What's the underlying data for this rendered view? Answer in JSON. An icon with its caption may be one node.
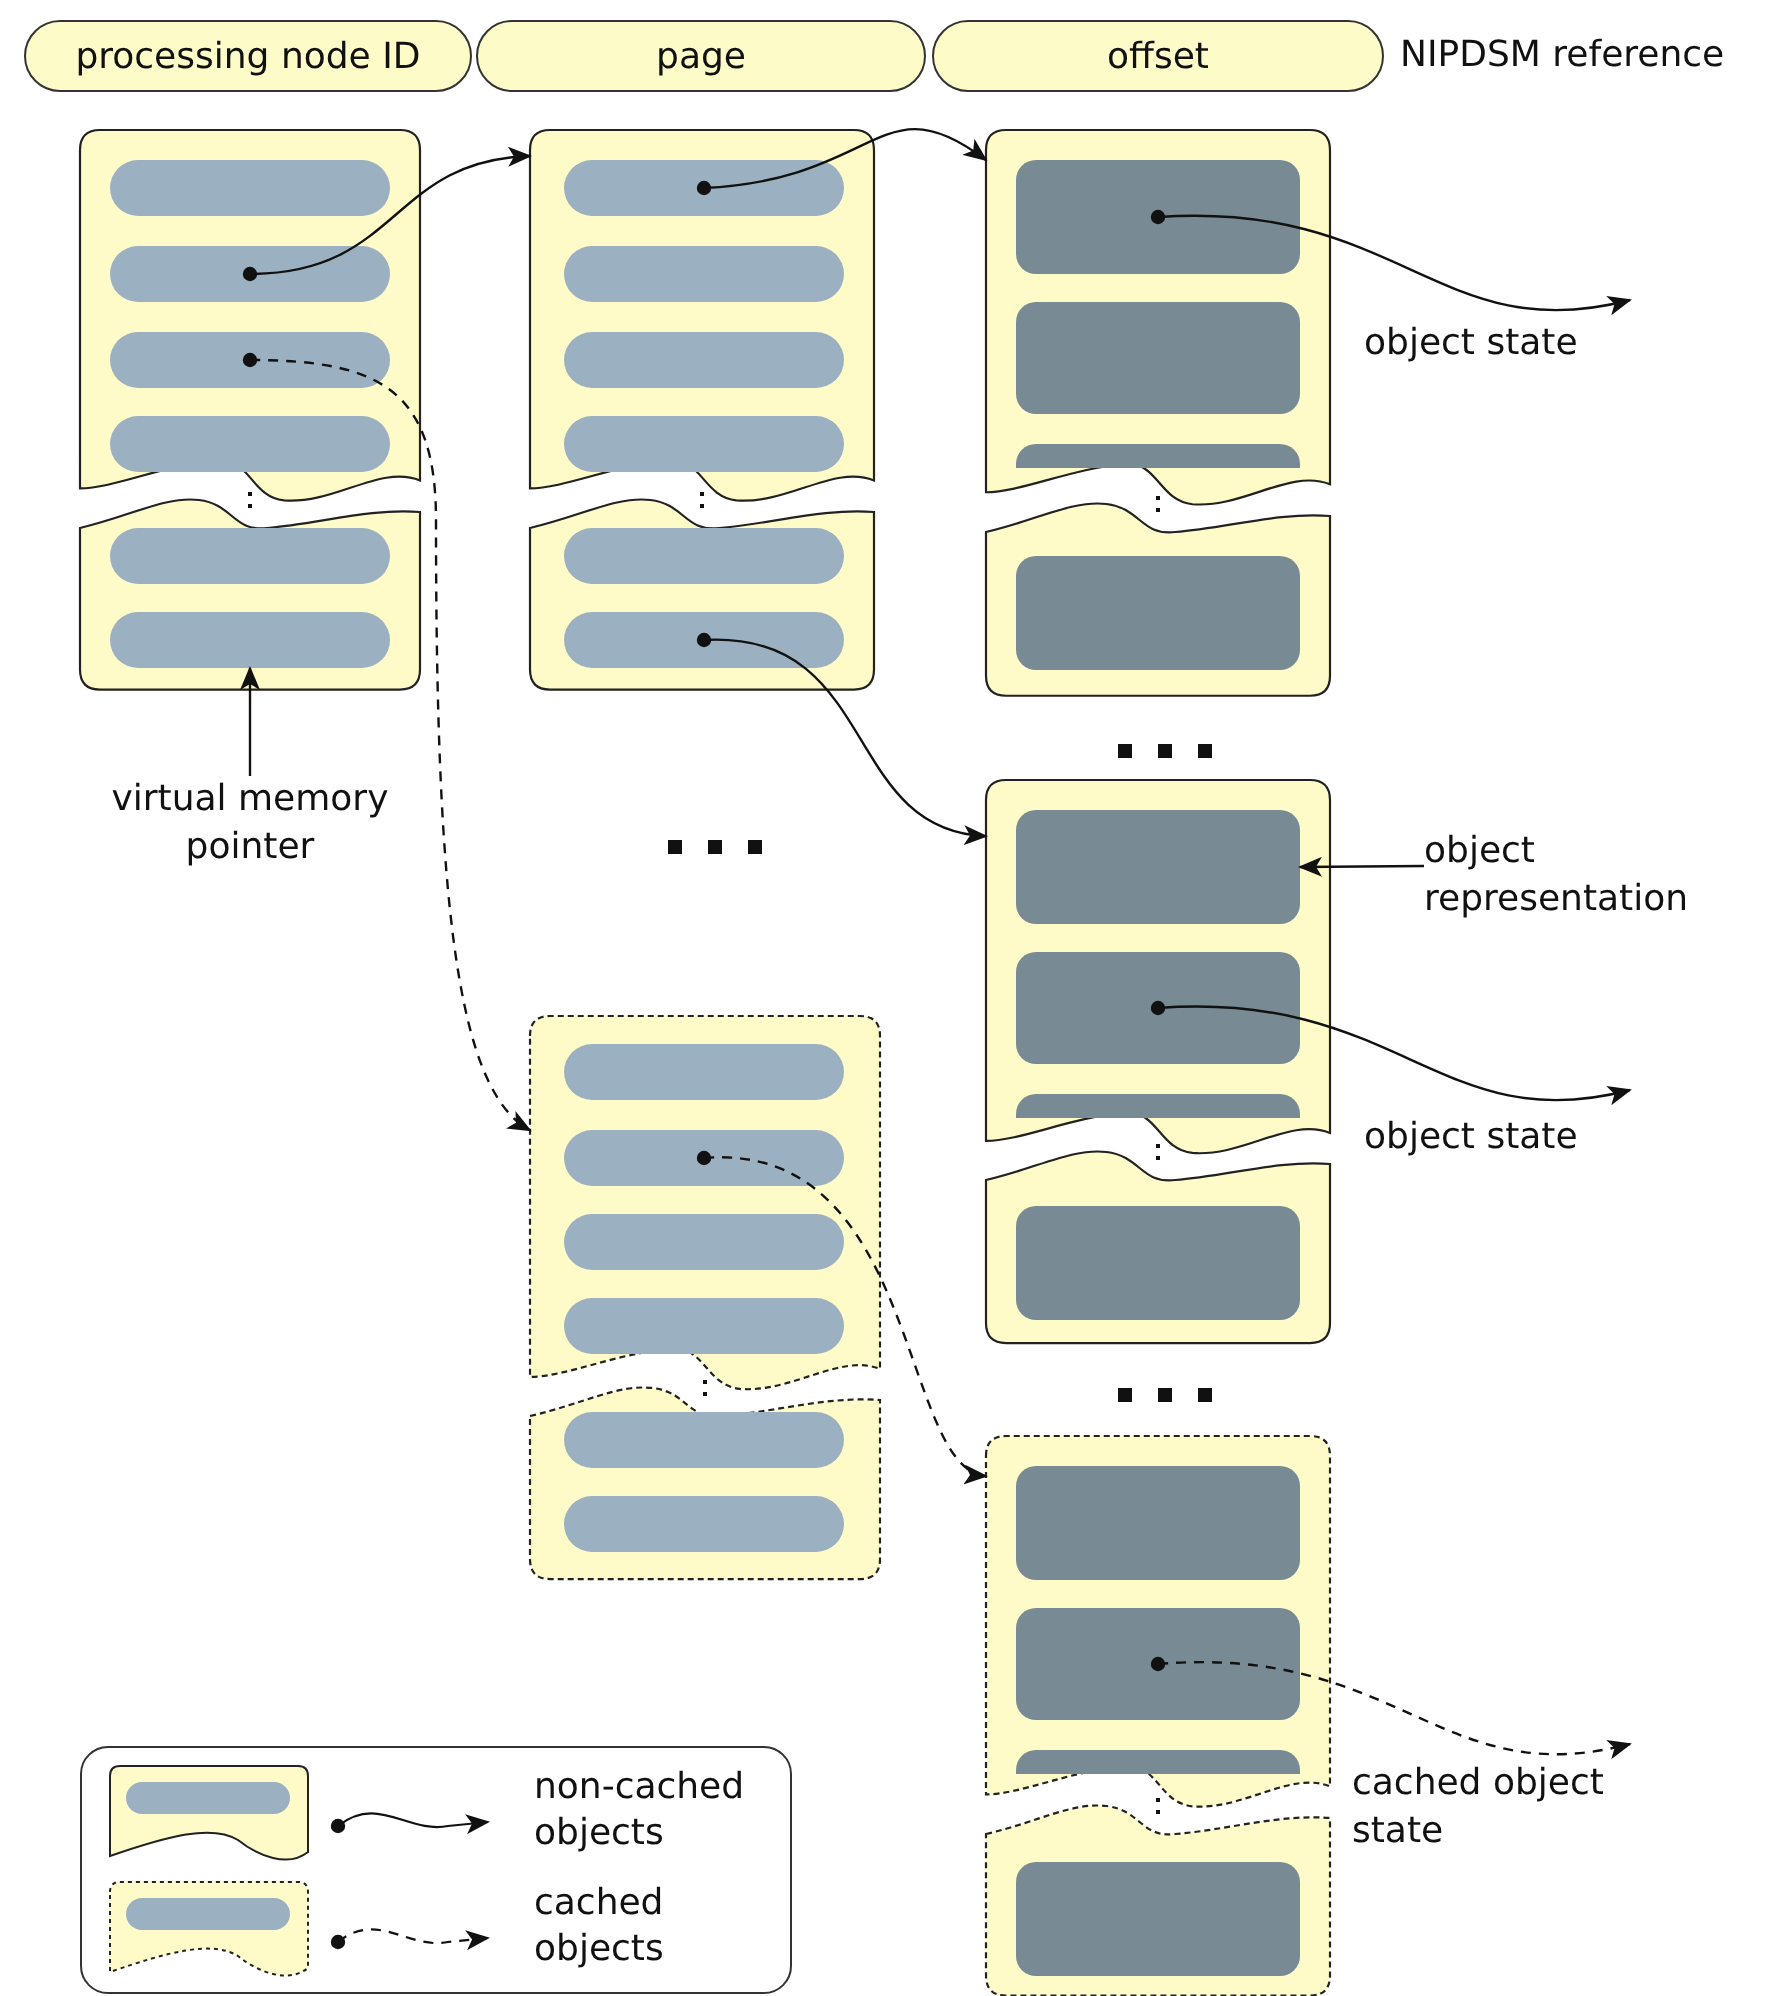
{
  "diagram": {
    "nodes": [
      {
        "text": [
          "processing node ID"
        ]
      },
      {
        "text": [
          "page"
        ]
      },
      {
        "text": [
          "offset"
        ]
      },
      {
        "text": [],
        "shape": "box"
      },
      {
        "text": [],
        "shape": "bar",
        "in": 3
      },
      {
        "text": [],
        "shape": "bar",
        "in": 3
      },
      {
        "text": [],
        "shape": "bar",
        "in": 3
      },
      {
        "text": [],
        "shape": "bar",
        "in": 3
      },
      {
        "text": [],
        "shape": "box"
      },
      {
        "text": [],
        "shape": "bar",
        "in": 8
      },
      {
        "text": [],
        "shape": "bar",
        "in": 8
      },
      {
        "text": [],
        "shape": "box"
      },
      {
        "text": [],
        "shape": "bar",
        "in": 11
      },
      {
        "text": [],
        "shape": "bar",
        "in": 11
      },
      {
        "text": [],
        "shape": "bar",
        "in": 11
      },
      {
        "text": [],
        "shape": "bar",
        "in": 11
      },
      {
        "text": [],
        "shape": "box"
      },
      {
        "text": [],
        "shape": "bar",
        "in": 16
      },
      {
        "text": [],
        "shape": "bar",
        "in": 16
      },
      {
        "text": [],
        "shape": "box"
      },
      {
        "text": [],
        "shape": "bar",
        "in": 19
      },
      {
        "text": [],
        "shape": "bar",
        "in": 19
      },
      {
        "text": [],
        "shape": "bar",
        "in": 19
      },
      {
        "text": [],
        "shape": "box"
      },
      {
        "text": [],
        "shape": "bar",
        "in": 23
      },
      {
        "text": [],
        "shape": "box"
      },
      {
        "text": [],
        "shape": "bar",
        "in": 25
      },
      {
        "text": [],
        "shape": "bar",
        "in": 25
      },
      {
        "text": [],
        "shape": "bar",
        "in": 25
      },
      {
        "text": [],
        "shape": "bar",
        "in": 25
      },
      {
        "text": [],
        "shape": "box"
      },
      {
        "text": [],
        "shape": "bar",
        "in": 30
      },
      {
        "text": [],
        "shape": "bar",
        "in": 30
      },
      {
        "text": [],
        "shape": "box"
      },
      {
        "text": [],
        "shape": "bar",
        "in": 33
      },
      {
        "text": [],
        "shape": "bar",
        "in": 33
      },
      {
        "text": [],
        "shape": "bar",
        "in": 33
      },
      {
        "text": [],
        "shape": "box"
      },
      {
        "text": [],
        "shape": "bar",
        "in": 37
      },
      {
        "text": [],
        "shape": "box"
      },
      {
        "text": [],
        "shape": "bar",
        "in": 39
      },
      {
        "text": [],
        "shape": "bar",
        "in": 39
      },
      {
        "text": [],
        "shape": "bar",
        "in": 39
      },
      {
        "text": [],
        "shape": "box"
      },
      {
        "text": [],
        "shape": "bar",
        "in": 43
      },
      {
        "text": [
          "virtual memory pointer"
        ]
      },
      {
        "text": [
          "object representation"
        ]
      }
    ],
    "edges": [
      {
        "from": 5,
        "to": 11,
        "arrow": "to"
      },
      {
        "from": 6,
        "to": 25,
        "arrow": "to",
        "style": "dashed"
      },
      {
        "from": 12,
        "to": 19,
        "arrow": "to"
      },
      {
        "from": 18,
        "to": 33,
        "arrow": "to"
      },
      {
        "from": 27,
        "to": 39,
        "arrow": "to",
        "style": "dashed"
      },
      {
        "from": 20,
        "to": null,
        "arrow": "to",
        "label": "object state"
      },
      {
        "from": 35,
        "to": null,
        "arrow": "to",
        "label": "object state"
      },
      {
        "from": 41,
        "to": null,
        "arrow": "to",
        "label": "cached object state",
        "style": "dashed"
      },
      {
        "from": 45,
        "to": 10,
        "arrow": "to"
      },
      {
        "from": 46,
        "to": 34,
        "arrow": "to"
      }
    ],
    "labels": [
      "NIPDSM reference"
    ],
    "legend": [
      {
        "text": "non-cached objects"
      },
      {
        "text": "cached objects"
      }
    ]
  }
}
